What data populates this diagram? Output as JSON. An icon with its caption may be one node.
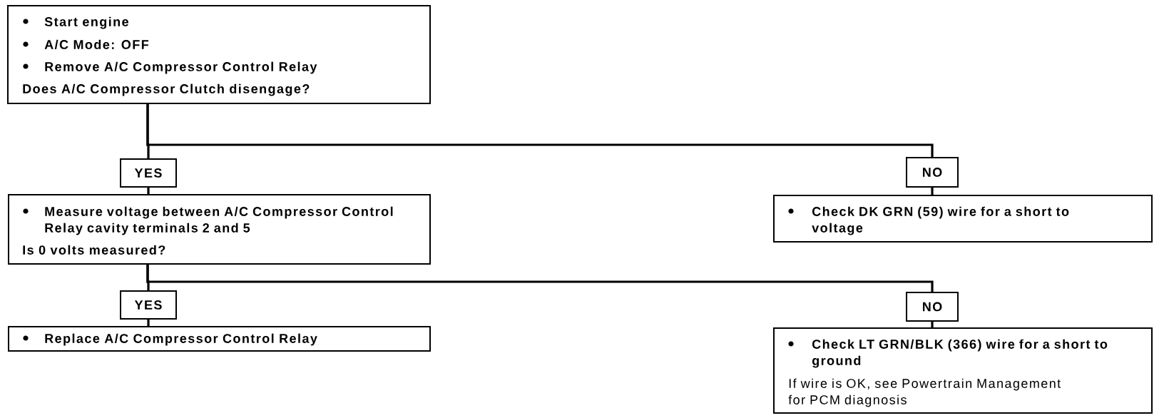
{
  "diagram": {
    "nodes": [
      {
        "text": [
          "Start engine",
          "A/C Mode: OFF",
          "Remove A/C Compressor Control Relay",
          "Does A/C Compressor Clutch disengage?"
        ]
      },
      {
        "text": [
          "YES"
        ]
      },
      {
        "text": [
          "NO"
        ]
      },
      {
        "text": [
          "Measure voltage between A/C Compressor Control Relay cavity terminals 2 and 5",
          "Is 0 volts measured?"
        ]
      },
      {
        "text": [
          "Check DK GRN (59) wire for a short to voltage"
        ]
      },
      {
        "text": [
          "YES"
        ]
      },
      {
        "text": [
          "NO"
        ]
      },
      {
        "text": [
          "Replace A/C Compressor Control Relay"
        ]
      },
      {
        "text": [
          "Check LT GRN/BLK (366) wire for a short to ground",
          "If wire is OK, see Powertrain Management for PCM diagnosis"
        ]
      }
    ],
    "edges": [
      {
        "from": 0,
        "to": 1,
        "arrow": "none"
      },
      {
        "from": 0,
        "to": 2,
        "arrow": "none"
      },
      {
        "from": 1,
        "to": 3,
        "arrow": "none"
      },
      {
        "from": 2,
        "to": 4,
        "arrow": "none"
      },
      {
        "from": 3,
        "to": 5,
        "arrow": "none"
      },
      {
        "from": 3,
        "to": 6,
        "arrow": "none"
      },
      {
        "from": 5,
        "to": 7,
        "arrow": "none"
      },
      {
        "from": 6,
        "to": 8,
        "arrow": "none"
      }
    ]
  }
}
